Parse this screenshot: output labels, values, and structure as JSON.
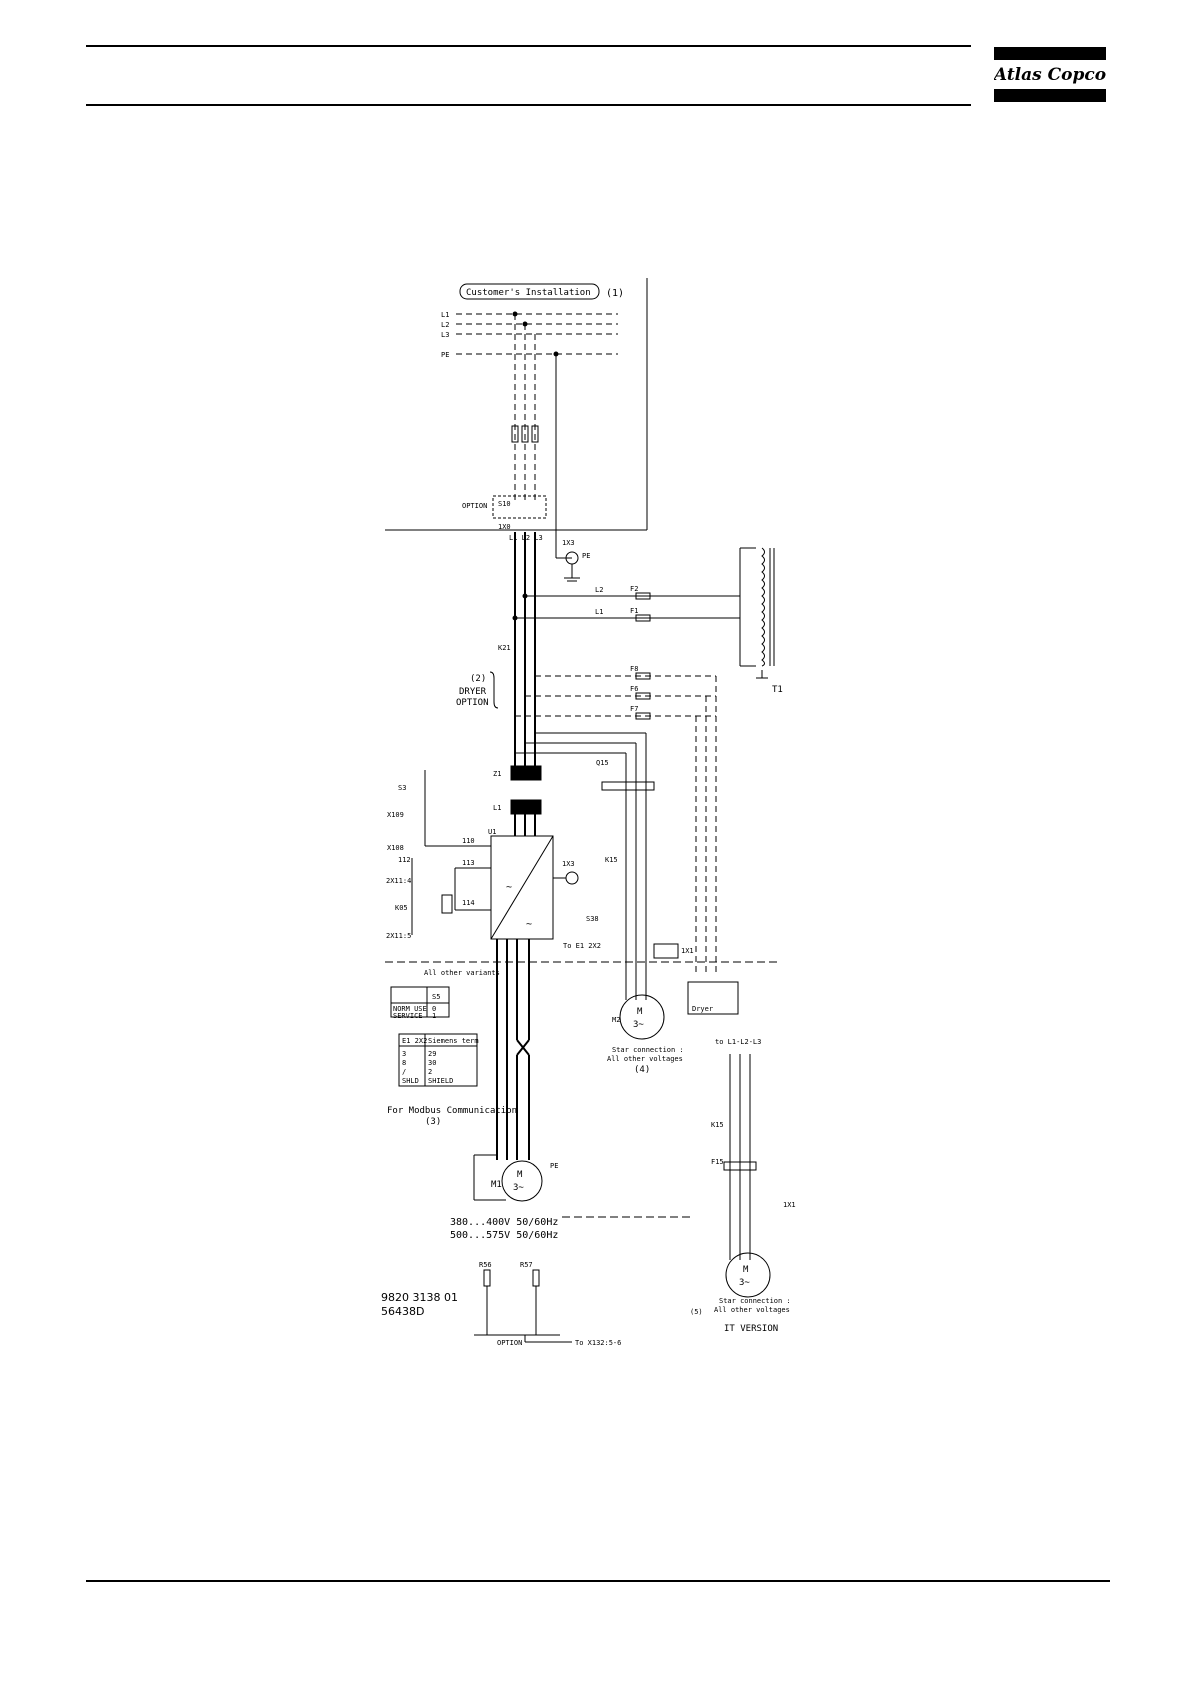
{
  "header": {
    "brand": "Atlas Copco"
  },
  "diagram": {
    "customer_installation": "Customer's Installation",
    "note1": "(1)",
    "lines": {
      "l1": "L1",
      "l2": "L2",
      "l3": "L3",
      "pe": "PE"
    },
    "option_label": "OPTION",
    "s10": "S10",
    "pe_label": "PE",
    "x3a": "1X3",
    "x3b": "1X3",
    "f1": "F1",
    "f2": "F2",
    "f6": "F6",
    "f7": "F7",
    "f8": "F8",
    "t1": "T1",
    "k21": "K21",
    "note2": "(2)",
    "dryer": "DRYER",
    "dryer_option": "OPTION",
    "z1": "Z1",
    "l1_choke": "L1",
    "q15": "Q15",
    "u1": "U1",
    "s3": "S3",
    "x109": "X109",
    "x108": "X108",
    "wire110": "110",
    "wire113": "113",
    "wire114": "114",
    "wire112": "112",
    "k05": "K05",
    "x1a": "2X11:4",
    "x1b": "2X11:5",
    "k15": "K15",
    "s38": "S38",
    "to_e1": "To E1 2X2",
    "x1_top": "1X1",
    "x1_bot": "1X1",
    "all_other_variants": "All other variants",
    "norm_use": "NORM USE",
    "service": "SERVICE",
    "s5": "S5",
    "val_0": "0",
    "val_1": "1",
    "e1_header": "E1 2X2",
    "siemens_header": "Siemens term",
    "e1_rows": [
      [
        "3",
        "29"
      ],
      [
        "8",
        "30"
      ],
      [
        "/",
        "2"
      ],
      [
        "SHLD",
        "SHIELD"
      ]
    ],
    "modbus": "For Modbus Communication",
    "note3": "(3)",
    "star_conn": "Star connection :",
    "all_voltages": "All other voltages",
    "note4": "(4)",
    "voltage1": "380...400V 50/60Hz",
    "voltage2": "500...575V 50/60Hz",
    "to_l1l2l3": "to L1-L2-L3",
    "f15": "F15",
    "k15b": "K15",
    "note5": "(5)",
    "star_conn2": "Star connection :",
    "all_voltages2": "All other voltages",
    "it_version": "IT VERSION",
    "m1": "M1",
    "m2": "M2",
    "dryer_box": "Dryer",
    "doc_number": "9820 3138 01",
    "doc_code": "56438D",
    "option_bottom": "OPTION",
    "to_x": "To X132:5-6",
    "r56": "R56",
    "r57": "R57"
  }
}
